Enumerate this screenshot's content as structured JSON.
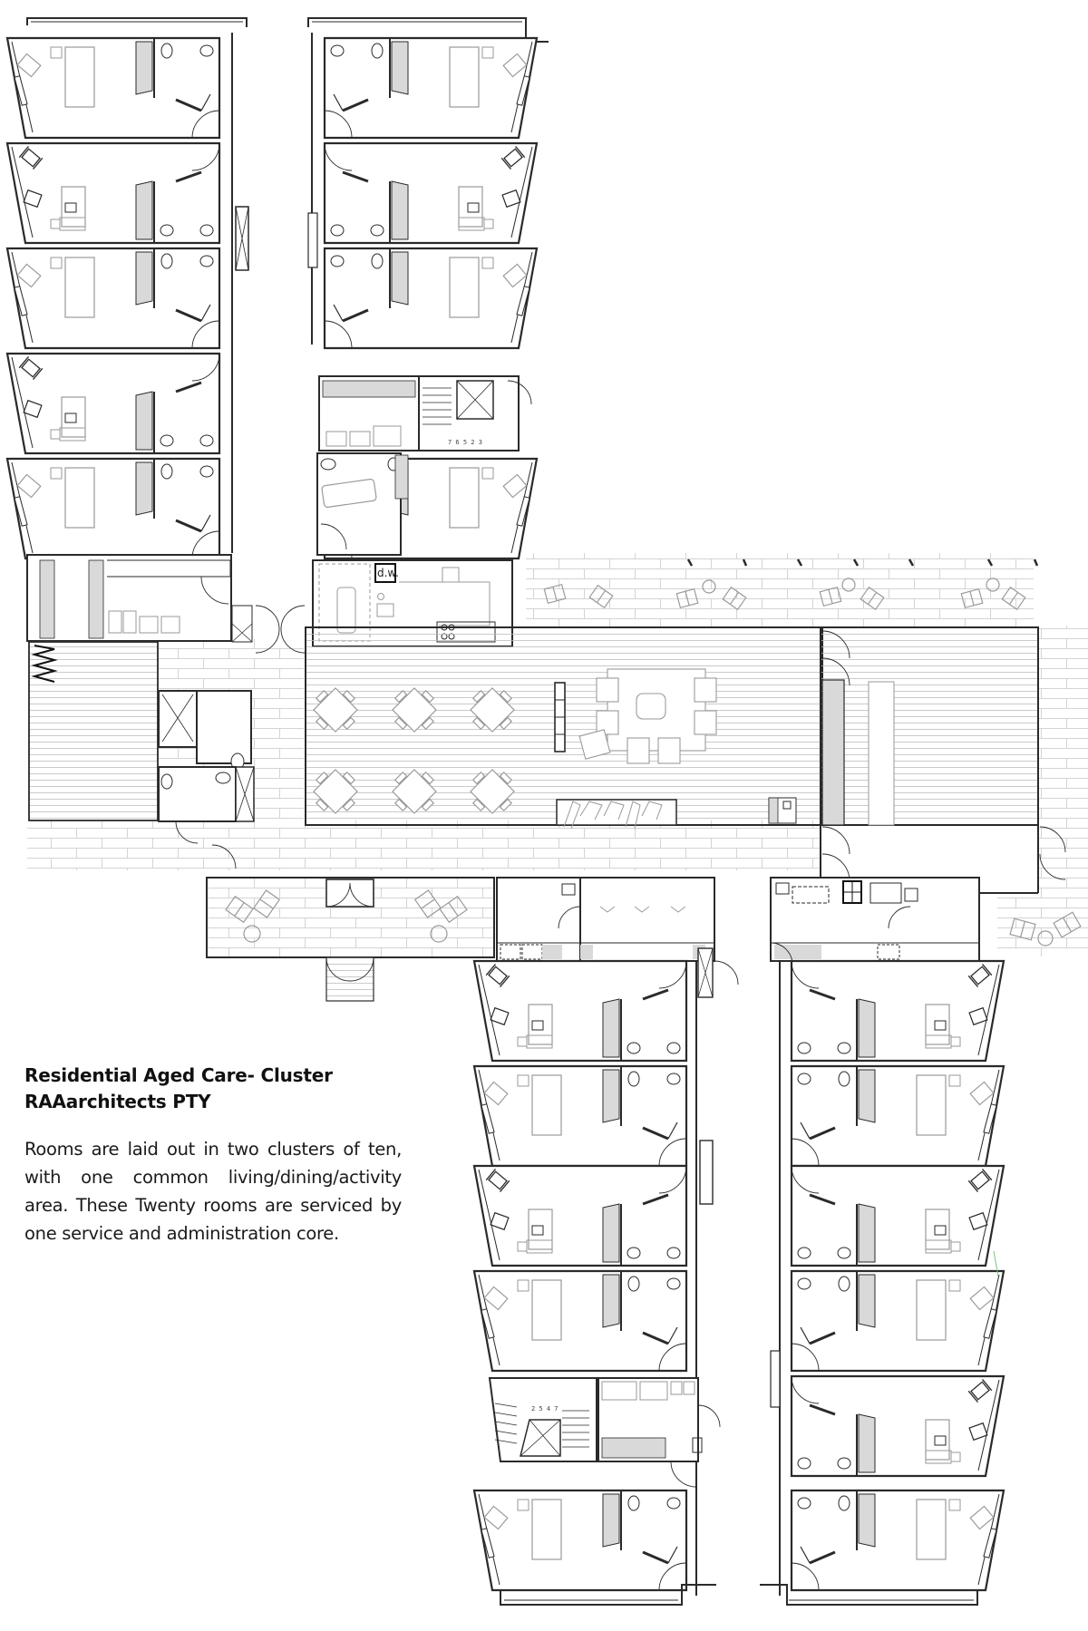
{
  "caption": {
    "title_line1": "Residential Aged Care- Cluster",
    "title_line2": "RAAarchitects PTY",
    "body": "Rooms are laid out in two clusters of ten, with one common living/dining/activity area. These Twenty rooms are serviced by one service and administration core."
  },
  "plan": {
    "type": "architectural floor plan",
    "labels": {
      "dishwasher": "d.w."
    },
    "zones": [
      {
        "name": "north-wing",
        "rooms": 10,
        "description": "Ten resident rooms flanking a central corridor"
      },
      {
        "name": "south-wing",
        "rooms": 10,
        "description": "Ten resident rooms flanking a central corridor"
      },
      {
        "name": "common-living-dining-activity",
        "description": "Central hall with six square dining tables, lounge setting and seating"
      },
      {
        "name": "east-lounge",
        "description": "Deck-floored lounge with bench"
      },
      {
        "name": "west-deck",
        "description": "Deck-floored outdoor area"
      },
      {
        "name": "verandah",
        "description": "Paved verandah with outdoor chairs and tables"
      },
      {
        "name": "service-core",
        "description": "Kitchen, laundry, bathrooms, lifts and stairs"
      }
    ],
    "colors": {
      "line": "#2a2a2a",
      "furniture": "#9a9a9a",
      "fill_grey": "#d9d9d9",
      "paving": "#d4d4d4",
      "deck": "#bdbdbd",
      "accent_green": "#7cc47c"
    }
  }
}
